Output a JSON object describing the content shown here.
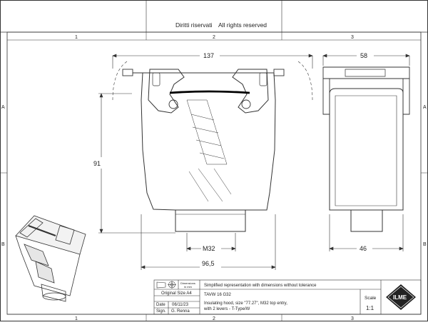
{
  "rights": {
    "it": "Diritti riservati",
    "en": "All rights reserved"
  },
  "grid": {
    "cols_top": [
      "1",
      "2",
      "3"
    ],
    "cols_bottom": [
      "1",
      "2",
      "3"
    ],
    "rows_left": [
      "A",
      "B"
    ],
    "rows_right": [
      "A",
      "B"
    ]
  },
  "dimensions": {
    "front_width": "137",
    "side_width": "58",
    "front_height": "91",
    "thread": "M32",
    "front_base": "96,5",
    "side_base": "46"
  },
  "title_block": {
    "dims_label": "Dimensions",
    "dims_unit": "in mm",
    "description_line": "Simplified representation with dimensions without tolerance",
    "original_size": "Original Size A4",
    "date_label": "Date",
    "date_value": "06/11/23",
    "sign_label": "Sign.",
    "sign_value": "G. Renna",
    "code": "TAVW 16 G32",
    "desc1": "Insulating hood, size \"77.27\", M32 top entry,",
    "desc2": "with 2 levers - T-Type/W",
    "scale_label": "Scale",
    "scale_value": "1:1",
    "logo_text": "ILME"
  }
}
